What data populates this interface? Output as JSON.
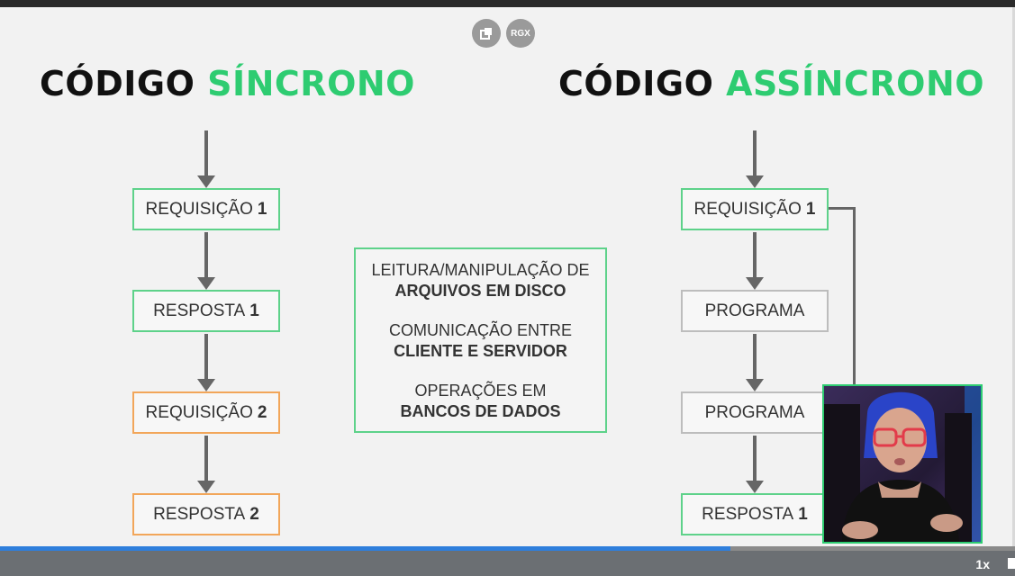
{
  "player": {
    "speed_label": "1x",
    "progress_fraction": 0.72,
    "overlay_buttons": {
      "popout_icon": "popout-icon",
      "rgx_label": "RGX"
    }
  },
  "colors": {
    "accent_green": "#2ecc71",
    "box_green": "#5ed28a",
    "box_orange": "#f2a65a",
    "box_gray": "#bdbdbd",
    "progress_blue": "#2f7fdc"
  },
  "slide": {
    "left": {
      "title_dark": "CÓDIGO",
      "title_green": "SÍNCRONO",
      "steps": [
        {
          "label": "REQUISIÇÃO",
          "num": "1"
        },
        {
          "label": "RESPOSTA",
          "num": "1"
        },
        {
          "label": "REQUISIÇÃO",
          "num": "2"
        },
        {
          "label": "RESPOSTA",
          "num": "2"
        }
      ]
    },
    "center": {
      "items": [
        {
          "plain": "LEITURA/MANIPULAÇÃO DE",
          "bold": "ARQUIVOS EM DISCO"
        },
        {
          "plain": "COMUNICAÇÃO ENTRE",
          "bold": "CLIENTE E SERVIDOR"
        },
        {
          "plain": "OPERAÇÕES EM",
          "bold": "BANCOS DE DADOS"
        }
      ]
    },
    "right": {
      "title_dark": "CÓDIGO",
      "title_green": "ASSÍNCRONO",
      "steps": [
        {
          "label": "REQUISIÇÃO",
          "num": "1"
        },
        {
          "label": "PROGRAMA",
          "num": ""
        },
        {
          "label": "PROGRAMA",
          "num": ""
        },
        {
          "label": "RESPOSTA",
          "num": "1"
        }
      ]
    }
  }
}
